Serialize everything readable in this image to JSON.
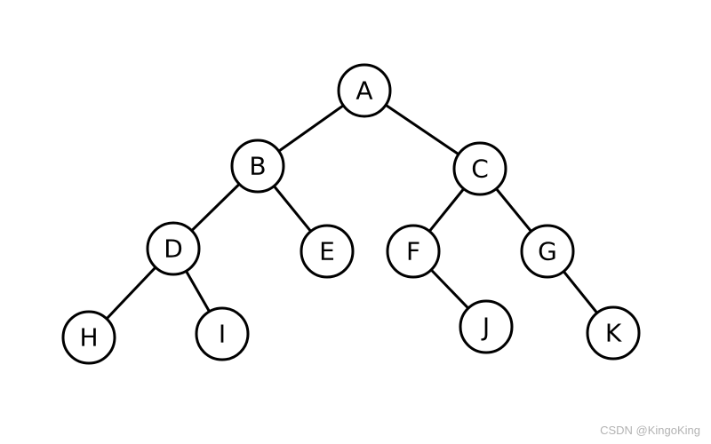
{
  "diagram": {
    "type": "binary-tree",
    "nodes": [
      {
        "id": "A",
        "label": "A"
      },
      {
        "id": "B",
        "label": "B"
      },
      {
        "id": "C",
        "label": "C"
      },
      {
        "id": "D",
        "label": "D"
      },
      {
        "id": "E",
        "label": "E"
      },
      {
        "id": "F",
        "label": "F"
      },
      {
        "id": "G",
        "label": "G"
      },
      {
        "id": "H",
        "label": "H"
      },
      {
        "id": "I",
        "label": "I"
      },
      {
        "id": "J",
        "label": "J"
      },
      {
        "id": "K",
        "label": "K"
      }
    ],
    "edges": [
      {
        "from": "A",
        "to": "B"
      },
      {
        "from": "A",
        "to": "C"
      },
      {
        "from": "B",
        "to": "D"
      },
      {
        "from": "B",
        "to": "E"
      },
      {
        "from": "C",
        "to": "F"
      },
      {
        "from": "C",
        "to": "G"
      },
      {
        "from": "D",
        "to": "H"
      },
      {
        "from": "D",
        "to": "I"
      },
      {
        "from": "F",
        "to": "J"
      },
      {
        "from": "G",
        "to": "K"
      }
    ]
  },
  "watermark": "CSDN @KingoKing",
  "colors": {
    "stroke": "#000000",
    "node_fill": "#ffffff",
    "watermark": "#b3b3b3"
  }
}
